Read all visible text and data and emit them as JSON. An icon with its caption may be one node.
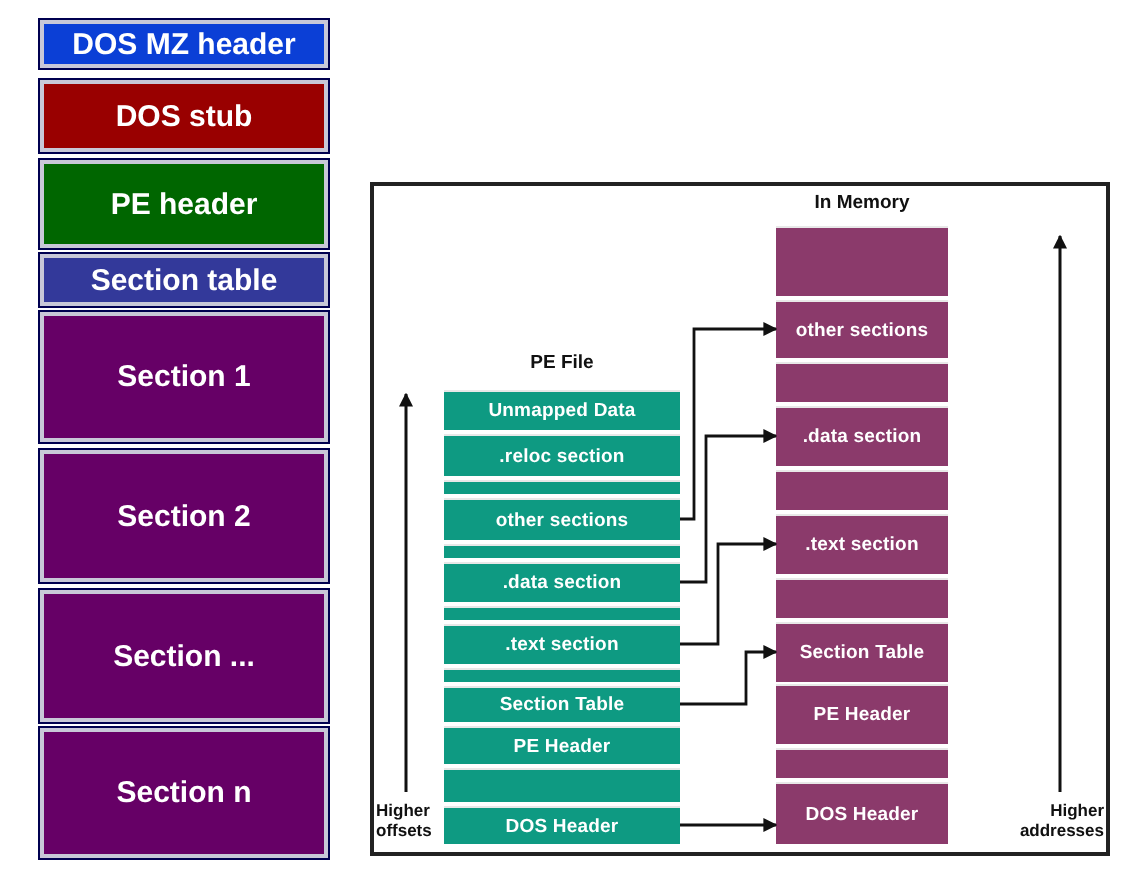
{
  "diagram": {
    "nodes": [
      {
        "text": [
          "DOS MZ header"
        ]
      },
      {
        "text": [
          "DOS stub"
        ]
      },
      {
        "text": [
          "PE header"
        ]
      },
      {
        "text": [
          "Section table"
        ]
      },
      {
        "text": [
          "Section 1"
        ]
      },
      {
        "text": [
          "Section 2"
        ]
      },
      {
        "text": [
          "Section ..."
        ]
      },
      {
        "text": [
          "Section n"
        ]
      },
      {
        "text": [
          "PE File"
        ]
      },
      {
        "text": [
          "Unmapped Data"
        ],
        "in": 8
      },
      {
        "text": [
          ".reloc section"
        ],
        "in": 8
      },
      {
        "text": [],
        "shape": "box",
        "in": 8
      },
      {
        "text": [
          "other sections"
        ],
        "in": 8
      },
      {
        "text": [],
        "shape": "box",
        "in": 8
      },
      {
        "text": [
          ".data section"
        ],
        "in": 8
      },
      {
        "text": [],
        "shape": "box",
        "in": 8
      },
      {
        "text": [
          ".text section"
        ],
        "in": 8
      },
      {
        "text": [],
        "shape": "box",
        "in": 8
      },
      {
        "text": [
          "Section Table"
        ],
        "in": 8
      },
      {
        "text": [
          "PE Header"
        ],
        "in": 8
      },
      {
        "text": [],
        "shape": "box",
        "in": 8
      },
      {
        "text": [
          "DOS Header"
        ],
        "in": 8
      },
      {
        "text": [
          "In Memory"
        ]
      },
      {
        "text": [],
        "shape": "box",
        "in": 22
      },
      {
        "text": [
          "other sections"
        ],
        "in": 22
      },
      {
        "text": [],
        "shape": "box",
        "in": 22
      },
      {
        "text": [
          ".data section"
        ],
        "in": 22
      },
      {
        "text": [],
        "shape": "box",
        "in": 22
      },
      {
        "text": [
          ".text section"
        ],
        "in": 22
      },
      {
        "text": [],
        "shape": "box",
        "in": 22
      },
      {
        "text": [
          "Section Table"
        ],
        "in": 22
      },
      {
        "text": [
          "PE Header"
        ],
        "in": 22
      },
      {
        "text": [],
        "shape": "box",
        "in": 22
      },
      {
        "text": [
          "DOS Header"
        ],
        "in": 22
      }
    ],
    "edges": [
      {
        "from": 12,
        "to": 24,
        "arrow": "to"
      },
      {
        "from": 14,
        "to": 26,
        "arrow": "to"
      },
      {
        "from": 16,
        "to": 28,
        "arrow": "to"
      },
      {
        "from": 18,
        "to": 30,
        "arrow": "to"
      },
      {
        "from": 21,
        "to": 33,
        "arrow": "to"
      }
    ],
    "labels": [
      "Higher offsets",
      "Higher addresses"
    ]
  }
}
